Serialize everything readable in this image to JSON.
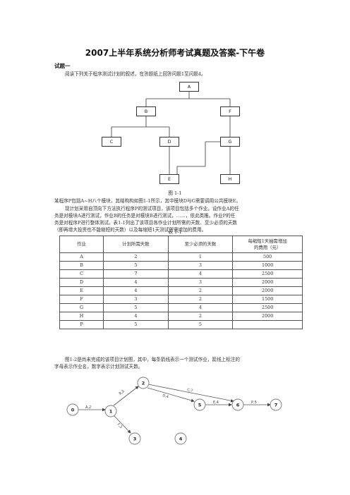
{
  "title": "2007上半年系统分析师考试真题及答案-下午卷",
  "section": "试题一",
  "intro": "阅读下列关于程序测试计划的叙述，在答题纸上回答问题1至问题4。",
  "tree": {
    "root": "A",
    "level1": [
      "B",
      "F"
    ],
    "level2": [
      "C",
      "D",
      "G"
    ],
    "level3": [
      "E",
      "H"
    ]
  },
  "fig1_caption": "图 1-1",
  "para1": "某程序P包括A~H八个模块，其结构构如图1-1所示，其中模块D与G需要调用公共模块E。",
  "para2_lines": [
    "现计划采用自顶向下方法执行程序P的测试项目，该项目包括多个作业。设作业A的任",
    "务是对模块A进行测试，作业B的任务是对模块B进行测试，……，依此类推。作业P的任",
    "务是对程序P进行整体测试。表1-1列出了该项目各作业计划所需的天数、至少必须的天数",
    "（即再增大投资也不能缩短的天数）以及每缩短1天测试所需增加的费用。"
  ],
  "table_caption": "表 1-1",
  "table": {
    "headers": [
      "作业",
      "计划所需天数",
      "至少必须的天数",
      "每缩短1天抽需增加",
      "的费用（元）"
    ],
    "rows": [
      [
        "A",
        "2",
        "1",
        "500"
      ],
      [
        "B",
        "5",
        "3",
        "1000"
      ],
      [
        "C",
        "7",
        "4",
        "2500"
      ],
      [
        "D",
        "4",
        "3",
        "2000"
      ],
      [
        "E",
        "4",
        "2",
        "2000"
      ],
      [
        "F",
        "3",
        "2",
        "1500"
      ],
      [
        "G",
        "5",
        "4",
        "2500"
      ],
      [
        "H",
        "4",
        "2",
        "2000"
      ],
      [
        "P",
        "5",
        "5",
        ""
      ]
    ]
  },
  "para3_lines": [
    "图1-2是尚未完成的该项目计划图，其中，每条箭线表示一个测试作业，箭线上标注的",
    "字母表示作业名，数字表示计划测试天数。"
  ],
  "network": {
    "nodes": [
      "0",
      "1",
      "2",
      "3",
      "4",
      "5",
      "6",
      "7"
    ],
    "edge_labels": [
      "A,2",
      "B,5",
      "C,7",
      "D,4",
      "E,4",
      "P,5",
      "F,3"
    ]
  }
}
